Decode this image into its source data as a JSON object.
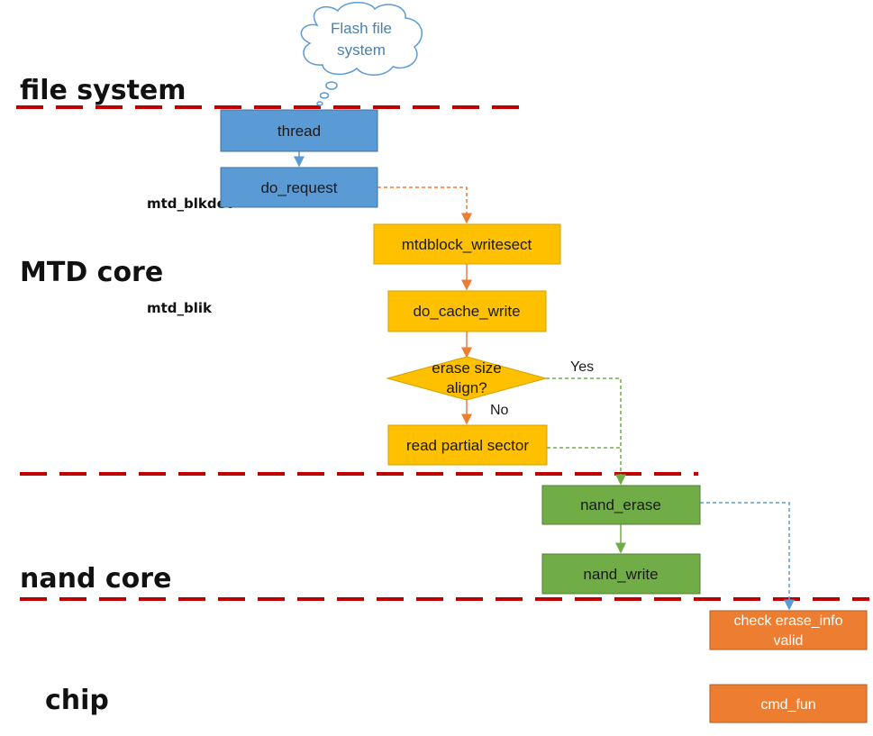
{
  "layers": {
    "file_system": "file system",
    "mtd_core": "MTD core",
    "nand_core": "nand core",
    "chip": "chip"
  },
  "modules": {
    "mtd_blkdev": "mtd_blkdev",
    "mtd_blik": "mtd_blik"
  },
  "cloud": {
    "line1": "Flash file",
    "line2": "system"
  },
  "nodes": {
    "thread": "thread",
    "do_request": "do_request",
    "mtdblock_writesect": "mtdblock_writesect",
    "do_cache_write": "do_cache_write",
    "decision_line1": "erase size",
    "decision_line2": "align?",
    "read_partial_sector": "read partial sector",
    "nand_erase": "nand_erase",
    "nand_write": "nand_write",
    "check_line1": "check erase_info",
    "check_line2": "valid",
    "cmd_fun": "cmd_fun"
  },
  "edges": {
    "yes": "Yes",
    "no": "No"
  },
  "colors": {
    "blue_box": "#5b9bd5",
    "yellow_box": "#ffc000",
    "green_box": "#70ad47",
    "orange_box": "#ed7d31",
    "divider": "#c00000"
  }
}
